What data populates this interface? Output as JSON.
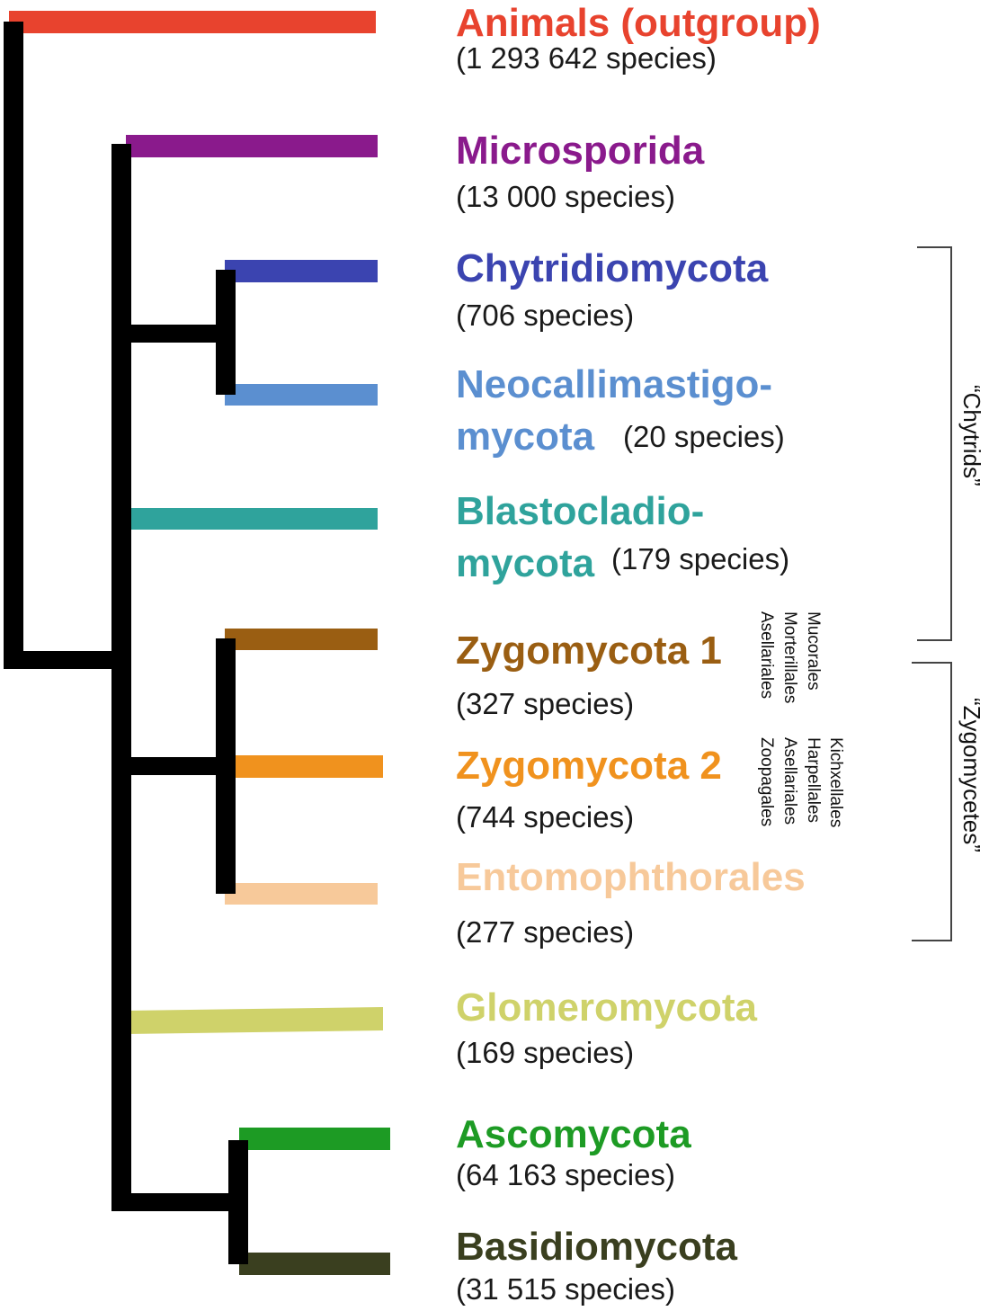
{
  "taxa": [
    {
      "id": "animals",
      "name": "Animals (outgroup)",
      "species": "(1 293 642 species)",
      "color": "#e8432e"
    },
    {
      "id": "microsporida",
      "name": "Microsporida",
      "species": "(13 000 species)",
      "color": "#8a1a8c"
    },
    {
      "id": "chytridiomycota",
      "name": "Chytridiomycota",
      "species": "(706 species)",
      "color": "#3b44b0"
    },
    {
      "id": "neocallimastigomycota",
      "name_line1": "Neocallimastigo-",
      "name_line2": "mycota",
      "species": "(20 species)",
      "color": "#5b8fd0"
    },
    {
      "id": "blastocladiomycota",
      "name_line1": "Blastocladio-",
      "name_line2": "mycota",
      "species": "(179 species)",
      "color": "#2fa39c"
    },
    {
      "id": "zygomycota1",
      "name": "Zygomycota 1",
      "species": "(327 species)",
      "color": "#9a5e12",
      "orders": [
        "Mucorales",
        "Morterillales",
        "Asellariales"
      ]
    },
    {
      "id": "zygomycota2",
      "name": "Zygomycota 2",
      "species": "(744 species)",
      "color": "#f0921e",
      "orders": [
        "Kichxellales",
        "Harpellales",
        "Asellariales",
        "Zoopagales"
      ]
    },
    {
      "id": "entomophthorales",
      "name": "Entomophthorales",
      "species": "(277 species)",
      "color": "#f7c99a"
    },
    {
      "id": "glomeromycota",
      "name": "Glomeromycota",
      "species": "(169 species)",
      "color": "#cfd26a"
    },
    {
      "id": "ascomycota",
      "name": "Ascomycota",
      "species": "(64 163 species)",
      "color": "#1d9b24"
    },
    {
      "id": "basidiomycota",
      "name": "Basidiomycota",
      "species": "(31 515 species)",
      "color": "#3a3f1f"
    }
  ],
  "brackets": {
    "chytrids": "“Chytrids”",
    "zygomycetes": "“Zygomycetes”"
  },
  "branch_color": "#000000"
}
